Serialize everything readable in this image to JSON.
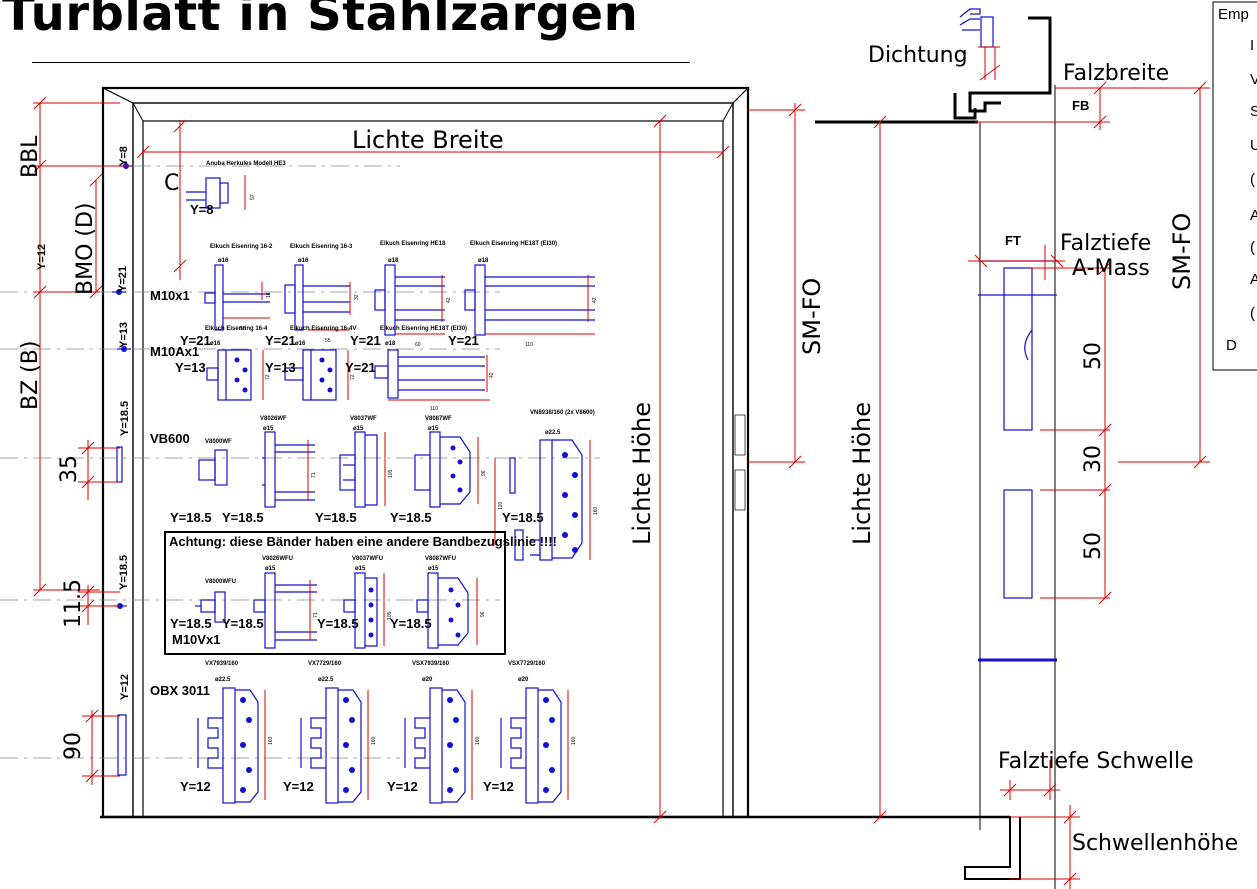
{
  "title": "Türblatt in Stahlzargen",
  "labels": {
    "lichte_breite": "Lichte Breite",
    "lichte_hoehe": "Lichte Höhe",
    "sm_fo": "SM-FO",
    "bbl": "BBL",
    "bmo_d": "BMO (D)",
    "bz_b": "BZ (B)",
    "dichtung": "Dichtung",
    "falzbreite": "Falzbreite",
    "fb": "FB",
    "ft": "FT",
    "falztiefe": "Falztiefe",
    "a_mass": "A-Mass",
    "falztiefe_schwelle": "Falztiefe Schwelle",
    "schwellenhoehe": "Schwellenhöhe",
    "c": "C",
    "dim_35": "35",
    "dim_11_5": "11.5",
    "dim_90": "90",
    "dim_50a": "50",
    "dim_30": "30",
    "dim_50b": "50"
  },
  "y_labels": [
    "Y=8",
    "Y=12",
    "Y=21",
    "Y=13",
    "Y=18.5",
    "Y=18.5",
    "Y=12"
  ],
  "note_box": {
    "heading": "Emp",
    "lines": [
      "I",
      "V",
      "S",
      "U",
      "(",
      "A",
      "(",
      "A",
      "(",
      "D"
    ]
  },
  "hinges": {
    "anuba": {
      "name": "Anuba Herkules Modell HE3",
      "y": "Y=8",
      "dim": "57"
    },
    "m10x1": "M10x1",
    "m10ax1": "M10Ax1",
    "m10vx1": "M10Vx1",
    "vb600": "VB600",
    "obx": "OBX 3011",
    "row2": [
      {
        "name": "Elkuch Eisenring 16-2",
        "phi": "ø16",
        "y": "Y=21",
        "w": "55",
        "h": "16"
      },
      {
        "name": "Elkuch Eisenring 16-3",
        "phi": "ø16",
        "y": "Y=21",
        "w": "55",
        "h": "32"
      },
      {
        "name": "Elkuch Eisenring HE18",
        "phi": "ø18",
        "y": "Y=21",
        "w": "60",
        "h": "42"
      },
      {
        "name": "Elkuch Eisenring HE18T (EI30)",
        "phi": "ø18",
        "y": "Y=21",
        "w": "110",
        "h": "42"
      }
    ],
    "row3": [
      {
        "name": "Elkuch Eisenring 16-4",
        "phi": "ø16",
        "y": "Y=13",
        "h": "72"
      },
      {
        "name": "Elkuch Eisenring 16-4V",
        "phi": "ø16",
        "y": "Y=13",
        "h": "72"
      },
      {
        "name": "Elkuch Eisenring HE18T (EI30)",
        "phi": "ø18",
        "y": "Y=21",
        "w": "110",
        "h": "42"
      }
    ],
    "row4": [
      {
        "name": "V8000WF",
        "y": "Y=18.5"
      },
      {
        "name": "V8026WF",
        "phi": "ø15",
        "y": "Y=18.5",
        "h": "71"
      },
      {
        "name": "V8037WF",
        "phi": "ø15",
        "y": "Y=18.5",
        "h": "105"
      },
      {
        "name": "V8087WF",
        "phi": "ø15",
        "y": "Y=18.5",
        "h": "96"
      },
      {
        "name": "VN8938/160 (2x V8600)",
        "phi": "ø22.5",
        "y": "Y=18.5",
        "h": "160",
        "h2": "120"
      }
    ],
    "warning": "Achtung: diese Bänder haben eine andere Bandbezugslinie !!!!",
    "row5": [
      {
        "name": "V8000WFU",
        "y": "Y=18.5"
      },
      {
        "name": "V8026WFU",
        "phi": "ø15",
        "y": "Y=18.5",
        "h": "71"
      },
      {
        "name": "V8037WFU",
        "phi": "ø15",
        "y": "Y=18.5",
        "h": "105"
      },
      {
        "name": "V8087WFU",
        "phi": "ø15",
        "y": "Y=18.5",
        "h": "96"
      }
    ],
    "row6": [
      {
        "name": "VX7939/160",
        "phi": "ø22.5",
        "y": "Y=12",
        "h": "160"
      },
      {
        "name": "VX7729/160",
        "phi": "ø22.5",
        "y": "Y=12",
        "h": "160"
      },
      {
        "name": "VSX7939/160",
        "phi": "ø20",
        "y": "Y=12",
        "h": "160"
      },
      {
        "name": "VSX7729/160",
        "phi": "ø20",
        "y": "Y=12",
        "h": "160"
      }
    ]
  }
}
